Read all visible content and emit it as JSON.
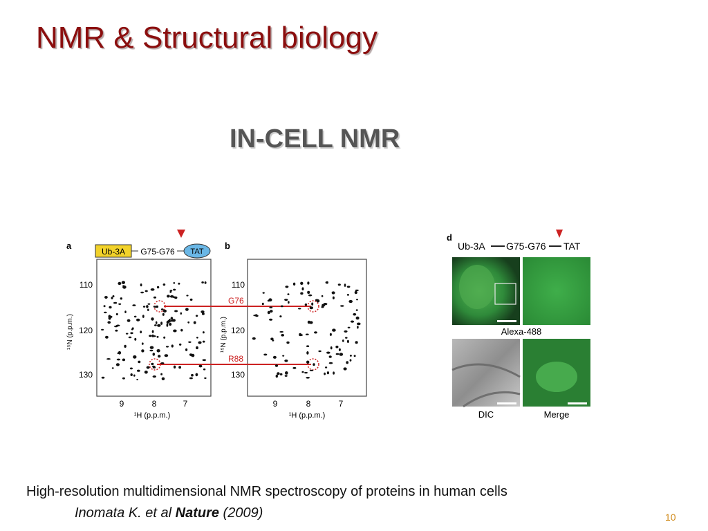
{
  "slide": {
    "title": "NMR & Structural biology",
    "subtitle": "IN-CELL NMR",
    "caption": "High-resolution multidimensional NMR spectroscopy of proteins in human cells",
    "citation": {
      "authors": "Inomata K. et al ",
      "journal": "Nature",
      "year": " (2009)"
    },
    "slide_number": "10"
  },
  "figure_left": {
    "panel_a_label": "a",
    "panel_b_label": "b",
    "construct": {
      "box1": "Ub-3A",
      "link": "G75-G76",
      "box2": "TAT"
    },
    "yticks": [
      "110",
      "120",
      "130"
    ],
    "xticks": [
      "9",
      "8",
      "7"
    ],
    "ylabel_a": "¹⁵N (p.p.m.)",
    "ylabel_b": "¹⁵N (p.p.m.)",
    "xlabel_a": "¹H (p.p.m.)",
    "xlabel_b": "¹H (p.p.m.)",
    "peak_label_1": "G76",
    "peak_label_2": "R88",
    "colors": {
      "highlight": "#cc2222",
      "box1_fill": "#f2d22a",
      "box2_fill": "#6ab7e6"
    }
  },
  "figure_right": {
    "panel_d_label": "d",
    "construct": {
      "part1": "Ub-3A",
      "part2": "G75-G76",
      "part3": "TAT"
    },
    "label_alexa": "Alexa-488",
    "label_dic": "DIC",
    "label_merge": "Merge"
  }
}
